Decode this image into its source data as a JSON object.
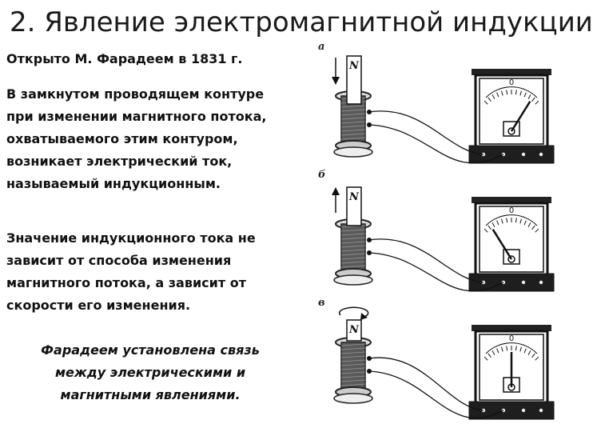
{
  "slide": {
    "title": "2. Явление электромагнитной индукции",
    "subtitle": "Открыто М. Фарадеем в 1831 г.",
    "paragraph1": [
      "В замкнутом проводящем контуре",
      "при изменении магнитного потока,",
      "охватываемого этим контуром,",
      "возникает электрический ток,",
      "называемый индукционным."
    ],
    "paragraph2": [
      "Значение индукционного тока не",
      "зависит от способа изменения",
      "магнитного потока, а зависит от",
      "скорости его изменения."
    ],
    "conclusion": [
      "Фарадеем установлена связь",
      "между электрическими и",
      "магнитными явлениями."
    ]
  },
  "figure": {
    "panels": [
      {
        "letter": "а",
        "magnet_pole": "N",
        "meter_zero": "0",
        "motion": "down",
        "needle_deflection": "right"
      },
      {
        "letter": "б",
        "magnet_pole": "N",
        "meter_zero": "0",
        "motion": "up",
        "needle_deflection": "left"
      },
      {
        "letter": "в",
        "magnet_pole": "N",
        "meter_zero": "0",
        "motion": "rotate",
        "needle_deflection": "none"
      }
    ]
  }
}
